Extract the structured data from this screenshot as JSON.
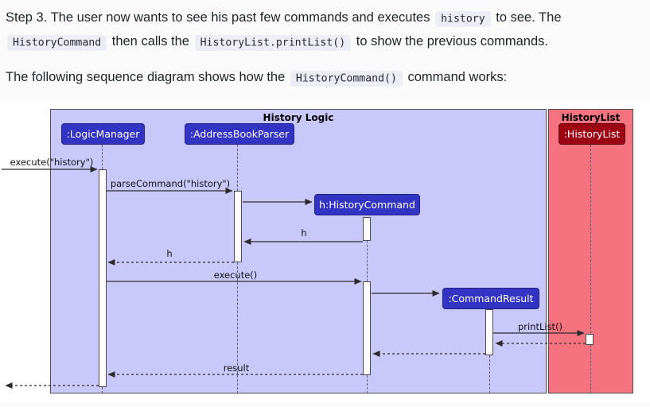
{
  "intro": {
    "p1": [
      {
        "t": "Step 3. The user now wants to see his past few commands and executes "
      },
      {
        "t": "history"
      },
      {
        "t": " to see. The "
      },
      {
        "t": "HistoryCommand"
      },
      {
        "t": " then calls the "
      },
      {
        "t": "HistoryList.printList()"
      },
      {
        "t": " to show the previous commands."
      }
    ],
    "p2": [
      {
        "t": "The following sequence diagram shows how the "
      },
      {
        "t": "HistoryCommand()"
      },
      {
        "t": " command works:"
      }
    ]
  },
  "diagram": {
    "frames": {
      "logic_label": "History Logic",
      "history_list_label": "HistoryList"
    },
    "participants": {
      "logic_manager": ":LogicManager",
      "address_book_parser": ":AddressBookParser",
      "history_command": "h:HistoryCommand",
      "command_result": ":CommandResult",
      "history_list": ":HistoryList"
    },
    "messages": {
      "execute_history": "execute(\"history\")",
      "parse_command": "parseCommand(\"history\")",
      "h_return_solid": "h",
      "h_return_dashed": "h",
      "execute": "execute()",
      "print_list": "printList()",
      "result": "result"
    },
    "colors": {
      "logic_frame_bg": "#C8C8FA",
      "logic_participant_bg": "#3333C4",
      "history_frame_bg": "#F4737F",
      "history_participant_bg": "#9D0012",
      "code_chip_bg": "#EDEDF6"
    }
  }
}
